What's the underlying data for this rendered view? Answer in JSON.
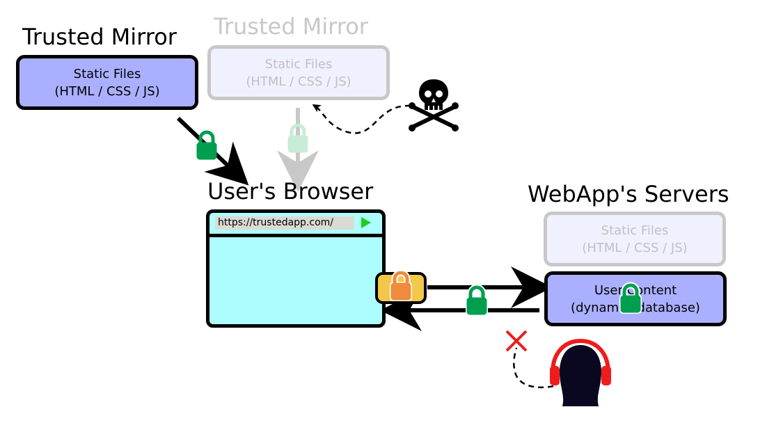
{
  "trusted_mirror": {
    "title": "Trusted Mirror",
    "line1": "Static Files",
    "line2": "(HTML / CSS / JS)"
  },
  "trusted_mirror_faded": {
    "title": "Trusted Mirror",
    "line1": "Static Files",
    "line2": "(HTML / CSS / JS)"
  },
  "browser": {
    "title": "User's Browser",
    "url": "https://trustedapp.com/"
  },
  "servers": {
    "title": "WebApp's Servers",
    "static_line1": "Static Files",
    "static_line2": "(HTML / CSS / JS)",
    "content_line1": "User Content",
    "content_line2": "(dynamic, database)"
  },
  "icons": {
    "lock": "lock-icon",
    "skull": "skull-crossbones-icon",
    "eavesdropper": "eavesdropper-headphones-icon",
    "blocked": "red-x-icon"
  },
  "colors": {
    "box_fill": "#aab0ff",
    "browser_fill": "#adfdff",
    "lock_green": "#009e4f",
    "lock_orange": "#f08a3c",
    "lock_badge": "#f2c84b",
    "headphones": "#ee1c1c",
    "cross": "#ee1c1c"
  }
}
